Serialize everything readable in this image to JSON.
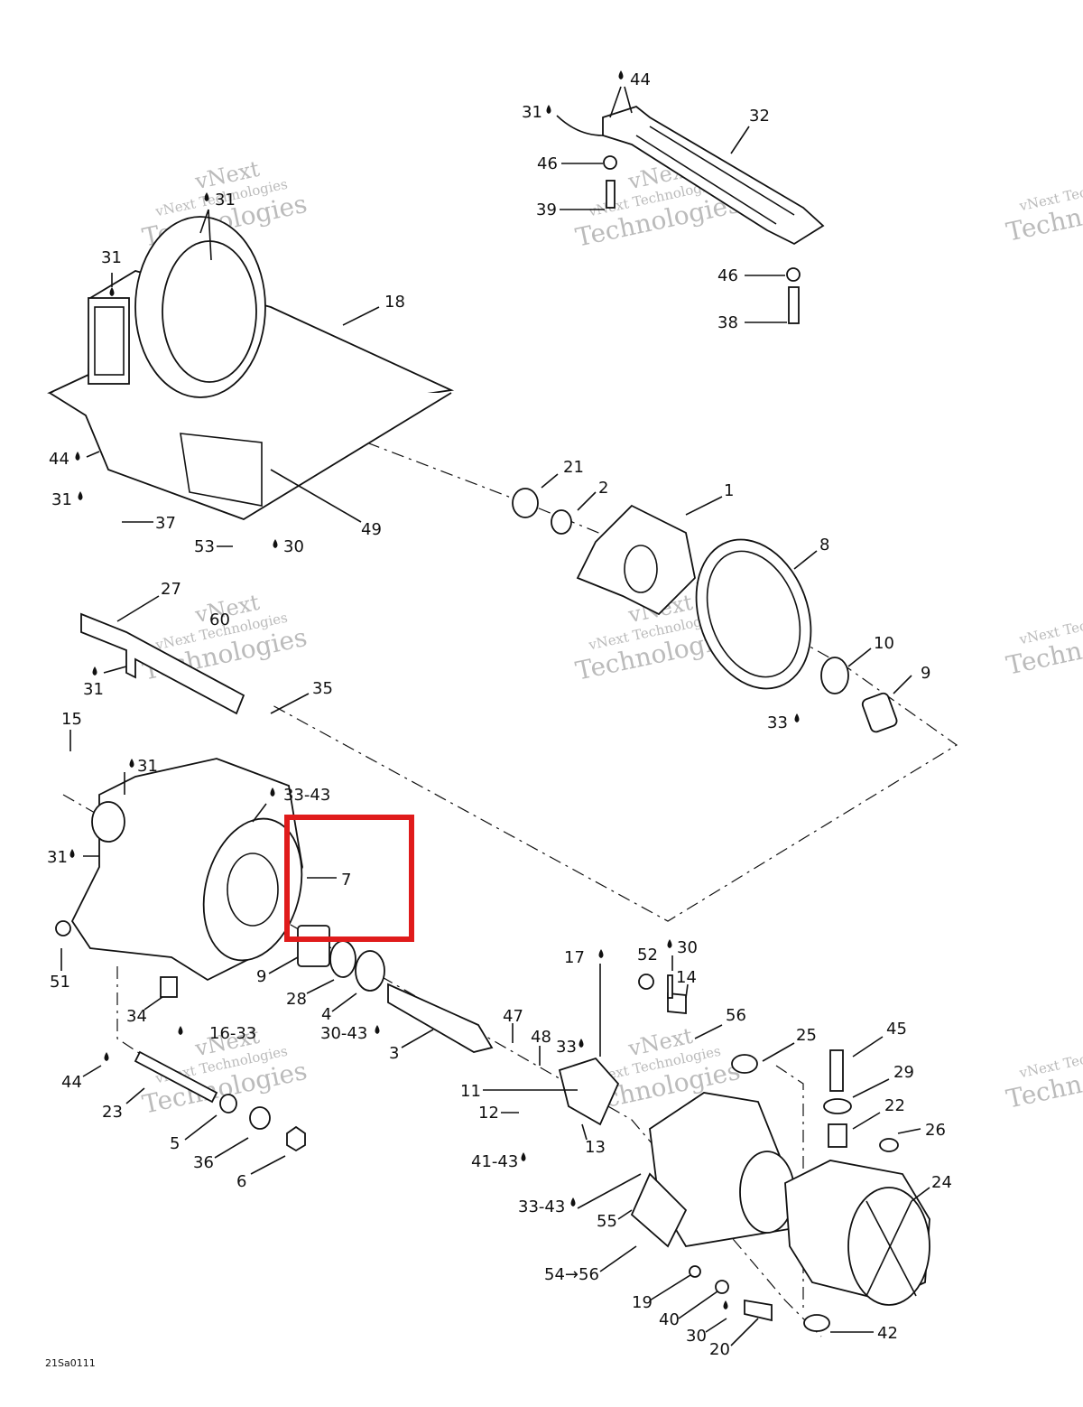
{
  "diagram": {
    "doc_id": "21Sa0111",
    "watermark_lines": [
      "vNext",
      "vNext Technologies",
      "Technologies"
    ],
    "highlight_color": "#e01b1b",
    "highlighted_callout": "7",
    "callouts": [
      "44",
      "31",
      "32",
      "46",
      "39",
      "46",
      "38",
      "31",
      "31",
      "18",
      "44",
      "31",
      "37",
      "53",
      "30",
      "49",
      "21",
      "2",
      "1",
      "8",
      "10",
      "9",
      "33",
      "27",
      "60",
      "31",
      "35",
      "15",
      "31",
      "33-43",
      "31",
      "7",
      "51",
      "9",
      "34",
      "28",
      "4",
      "30-43",
      "3",
      "16-33",
      "44",
      "23",
      "5",
      "36",
      "6",
      "17",
      "52",
      "30",
      "14",
      "56",
      "47",
      "48",
      "33",
      "25",
      "45",
      "29",
      "22",
      "26",
      "24",
      "11",
      "12",
      "41-43",
      "13",
      "33-43",
      "55",
      "54→56",
      "19",
      "40",
      "30",
      "20",
      "42"
    ]
  }
}
